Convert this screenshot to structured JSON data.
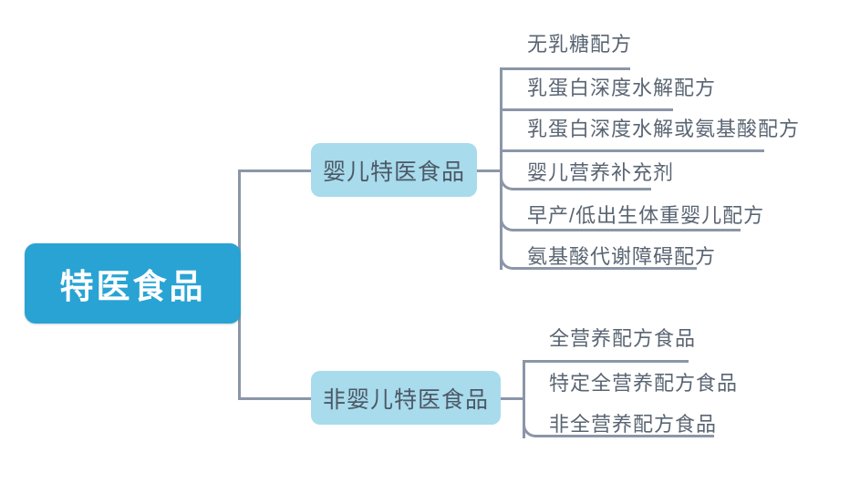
{
  "diagram": {
    "title": "特医食品分类思维导图",
    "type": "mind-map",
    "colors": {
      "root_fill": "#29a3d4",
      "root_text": "#ffffff",
      "branch_fill": "#a8dbec",
      "branch_text": "#4c5866",
      "leaf_text": "#5a6573",
      "connector": "#8b96a8",
      "background": "#ffffff"
    },
    "root": {
      "label": "特医食品"
    },
    "branches": [
      {
        "id": "infant",
        "label": "婴儿特医食品",
        "leaves": [
          {
            "label": "无乳糖配方"
          },
          {
            "label": "乳蛋白深度水解配方"
          },
          {
            "label": "乳蛋白深度水解或氨基酸配方"
          },
          {
            "label": "婴儿营养补充剂"
          },
          {
            "label": "早产/低出生体重婴儿配方"
          },
          {
            "label": "氨基酸代谢障碍配方"
          }
        ]
      },
      {
        "id": "non-infant",
        "label": "非婴儿特医食品",
        "leaves": [
          {
            "label": "全营养配方食品"
          },
          {
            "label": "特定全营养配方食品"
          },
          {
            "label": "非全营养配方食品"
          }
        ]
      }
    ]
  }
}
